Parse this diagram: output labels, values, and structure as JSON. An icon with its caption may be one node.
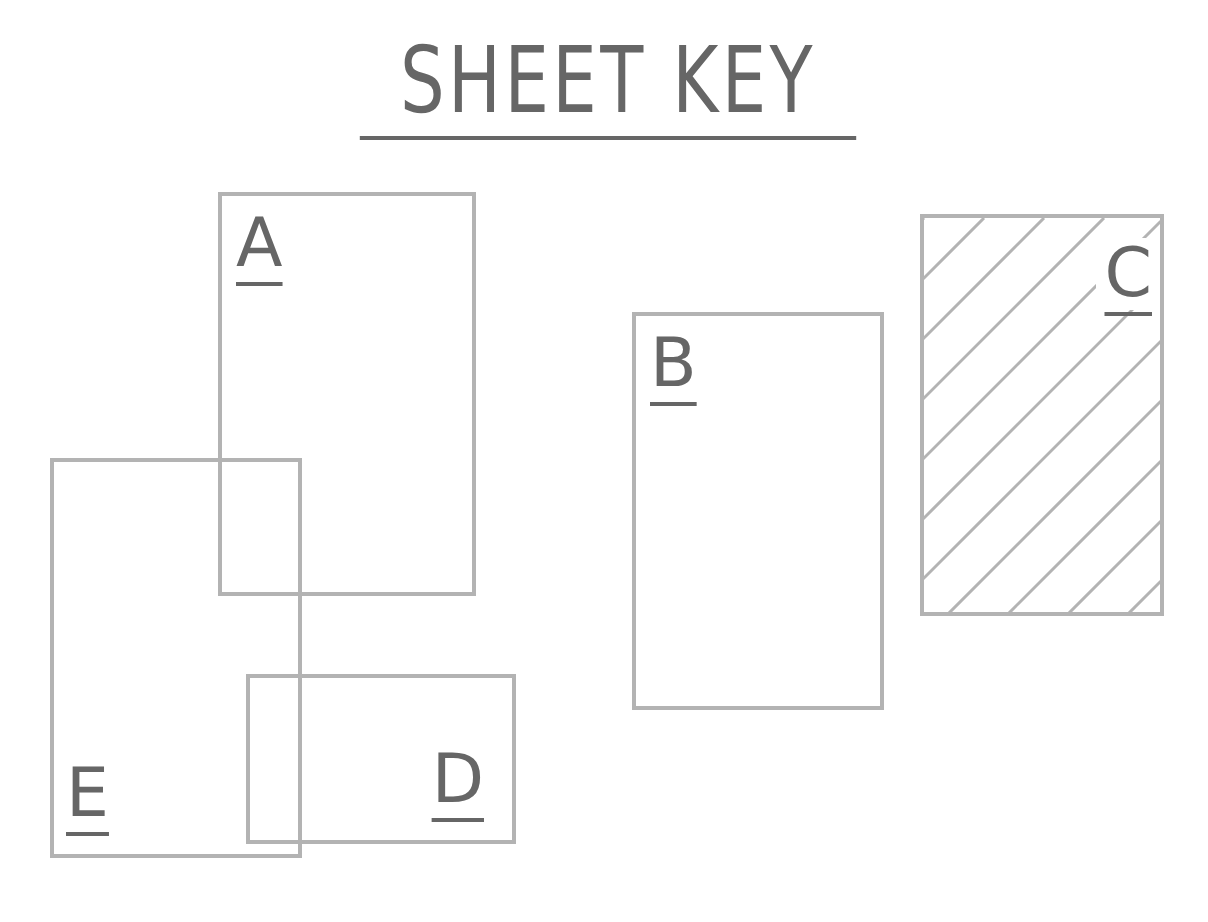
{
  "diagram": {
    "title": "SHEET KEY",
    "nodes": [
      {
        "text": [
          "A"
        ]
      },
      {
        "text": [
          "C"
        ]
      },
      {
        "text": [
          "B"
        ]
      },
      {
        "text": [
          "E"
        ]
      },
      {
        "text": [
          "D"
        ]
      }
    ],
    "edges": []
  }
}
